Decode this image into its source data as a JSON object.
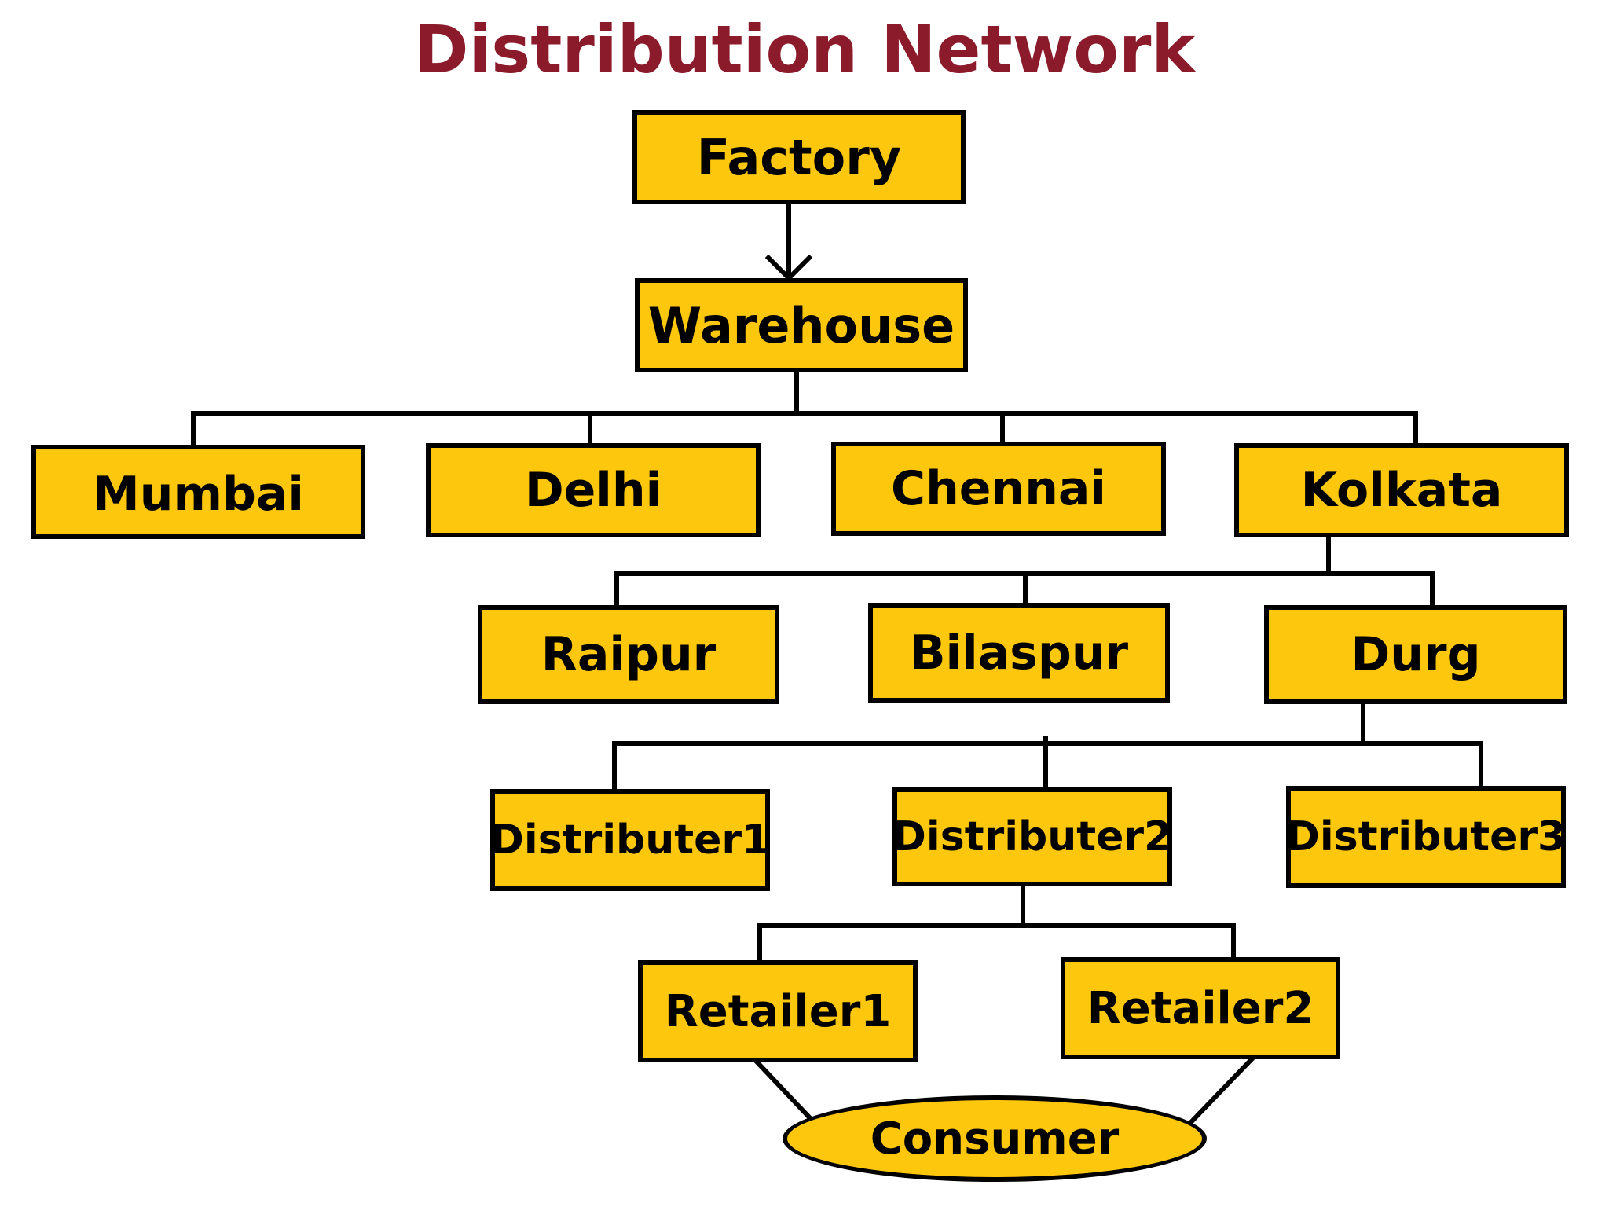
{
  "title": "Distribution Network",
  "colors": {
    "title": "#8b1a2b",
    "box_fill": "#fcc70c",
    "line": "#000000"
  },
  "nodes": {
    "factory": "Factory",
    "warehouse": "Warehouse",
    "mumbai": "Mumbai",
    "delhi": "Delhi",
    "chennai": "Chennai",
    "kolkata": "Kolkata",
    "raipur": "Raipur",
    "bilaspur": "Bilaspur",
    "durg": "Durg",
    "distributer1": "Distributer1",
    "distributer2": "Distributer2",
    "distributer3": "Distributer3",
    "retailer1": "Retailer1",
    "retailer2": "Retailer2",
    "consumer": "Consumer"
  },
  "edges": [
    [
      "factory",
      "warehouse"
    ],
    [
      "warehouse",
      "mumbai"
    ],
    [
      "warehouse",
      "delhi"
    ],
    [
      "warehouse",
      "chennai"
    ],
    [
      "warehouse",
      "kolkata"
    ],
    [
      "kolkata",
      "raipur"
    ],
    [
      "kolkata",
      "bilaspur"
    ],
    [
      "kolkata",
      "durg"
    ],
    [
      "durg",
      "distributer1"
    ],
    [
      "durg",
      "distributer2"
    ],
    [
      "durg",
      "distributer3"
    ],
    [
      "distributer2",
      "retailer1"
    ],
    [
      "distributer2",
      "retailer2"
    ],
    [
      "retailer1",
      "consumer"
    ],
    [
      "retailer2",
      "consumer"
    ]
  ]
}
